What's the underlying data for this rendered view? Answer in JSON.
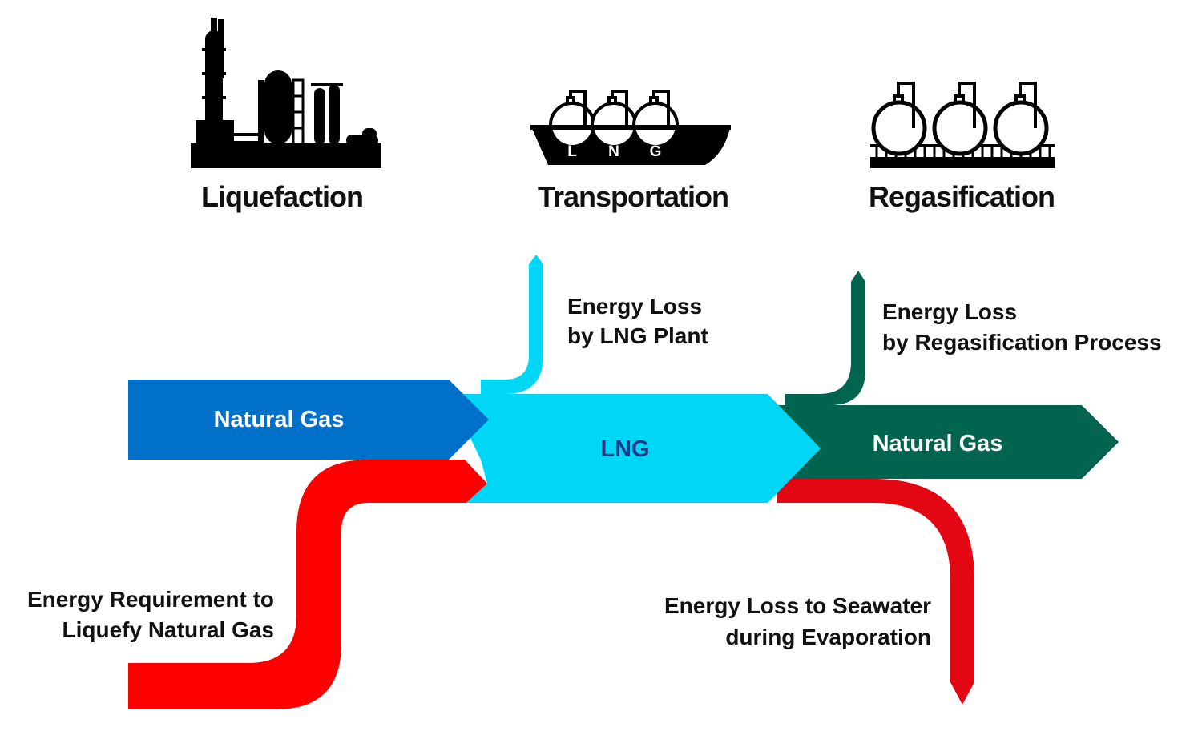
{
  "stages": {
    "liquefaction": "Liquefaction",
    "transportation": "Transportation",
    "regasification": "Regasification"
  },
  "ship_letters": [
    "L",
    "N",
    "G"
  ],
  "flows": {
    "natural_gas_in": "Natural Gas",
    "lng": "LNG",
    "natural_gas_out": "Natural Gas"
  },
  "annotations": {
    "loss_lng_plant": [
      "Energy Loss",
      "by LNG Plant"
    ],
    "loss_regasification": [
      "Energy Loss",
      "by Regasification Process"
    ],
    "energy_requirement": [
      "Energy Requirement to",
      "Liquefy Natural Gas"
    ],
    "loss_seawater": [
      "Energy Loss to Seawater",
      "during Evaporation"
    ]
  },
  "colors": {
    "natural_gas_in": "#0070C8",
    "lng": "#00D6F6",
    "natural_gas_out": "#00644F",
    "energy": "#FF0000",
    "energy_out": "#E30613",
    "lng_label": "#1E3A8A"
  }
}
